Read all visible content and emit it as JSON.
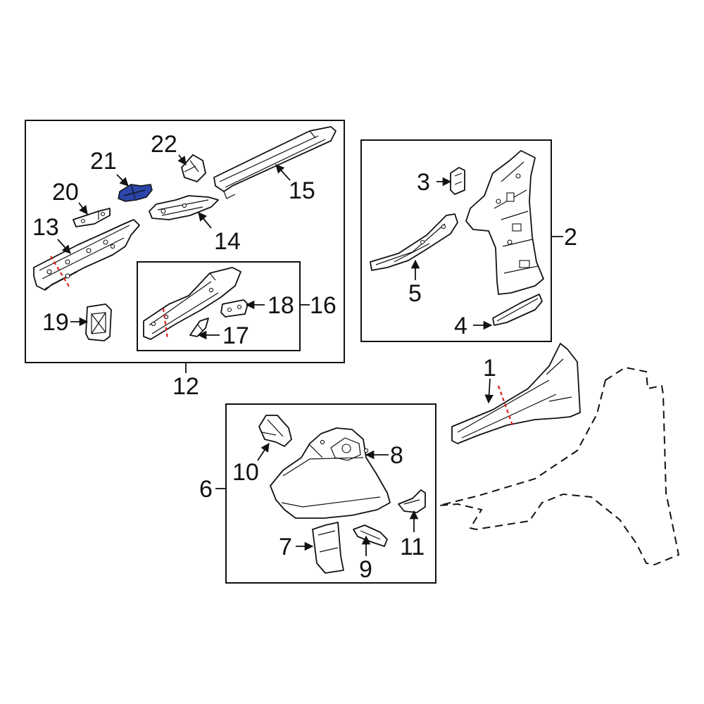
{
  "callouts": {
    "c1": "1",
    "c2": "2",
    "c3": "3",
    "c4": "4",
    "c5": "5",
    "c6": "6",
    "c7": "7",
    "c8": "8",
    "c9": "9",
    "c10": "10",
    "c11": "11",
    "c12": "12",
    "c13": "13",
    "c14": "14",
    "c15": "15",
    "c16": "16",
    "c17": "17",
    "c18": "18",
    "c19": "19",
    "c20": "20",
    "c21": "21",
    "c22": "22"
  },
  "colors": {
    "highlight_part": "#2a46a8",
    "cut_line": "#e0201b",
    "line": "#111111"
  },
  "highlighted_part": "21"
}
